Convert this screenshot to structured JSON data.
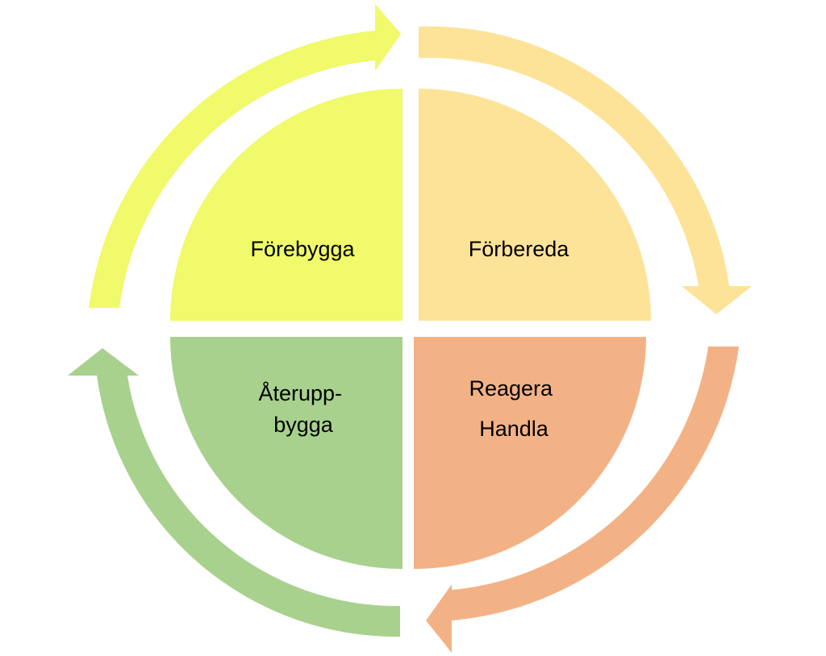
{
  "diagram": {
    "quadrants": [
      {
        "id": "top-left",
        "lines": [
          "Förebygga"
        ],
        "color": "#F0FA6A"
      },
      {
        "id": "top-right",
        "lines": [
          "Förbereda"
        ],
        "color": "#FDE398"
      },
      {
        "id": "bottom-right",
        "lines": [
          "Reagera",
          "Handla"
        ],
        "color": "#F3B286"
      },
      {
        "id": "bottom-left",
        "lines": [
          "Återupp-",
          "bygga"
        ],
        "color": "#A8D18D"
      }
    ],
    "arrows": [
      {
        "id": "arrow-top-left",
        "color": "#F0FA6A"
      },
      {
        "id": "arrow-top-right",
        "color": "#FDE398"
      },
      {
        "id": "arrow-bottom-right",
        "color": "#F3B286"
      },
      {
        "id": "arrow-bottom-left",
        "color": "#A8D18D"
      }
    ]
  }
}
